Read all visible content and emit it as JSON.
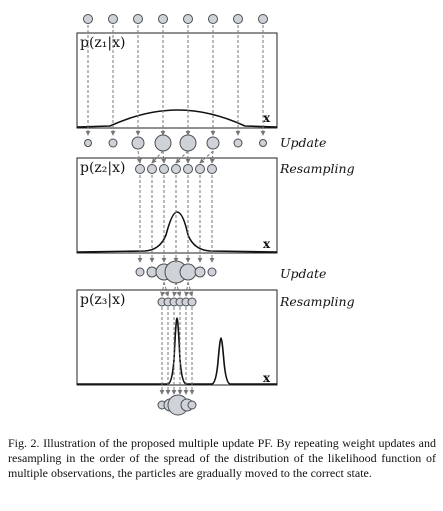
{
  "figure": {
    "panel_labels": [
      "p(z₁|x)",
      "p(z₂|x)",
      "p(z₃|x)"
    ],
    "axis_label": "x",
    "step_labels": [
      "Update",
      "Resampling",
      "Update",
      "Resampling"
    ]
  },
  "caption": {
    "text": "Fig. 2.   Illustration of the proposed multiple update PF. By repeating weight updates and resampling in the order of the spread of the distribution of the likelihood function of multiple observations, the particles are gradually moved to the correct state."
  },
  "colors": {
    "particle_fill": "#cfd3d8",
    "particle_stroke": "#4a4f55",
    "arrow": "#777777",
    "curve": "#111111"
  }
}
